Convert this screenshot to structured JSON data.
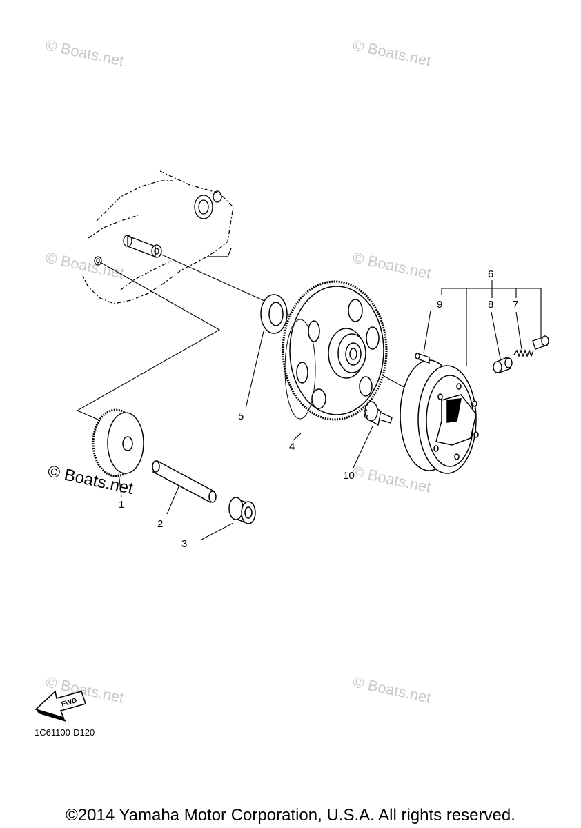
{
  "watermarks": [
    "© Boats.net",
    "© Boats.net",
    "© Boats.net",
    "© Boats.net",
    "© Boats.net",
    "© Boats.net",
    "© Boats.net",
    "© Boats.net"
  ],
  "callouts": {
    "p1": "1",
    "p2": "2",
    "p3": "3",
    "p4": "4",
    "p5": "5",
    "p6": "6",
    "p7": "7",
    "p8": "8",
    "p9": "9",
    "p10": "10"
  },
  "fwd_label": "FWD",
  "diagram_code": "1C61100-D120",
  "copyright": "©2014 Yamaha Motor Corporation, U.S.A. All rights reserved."
}
